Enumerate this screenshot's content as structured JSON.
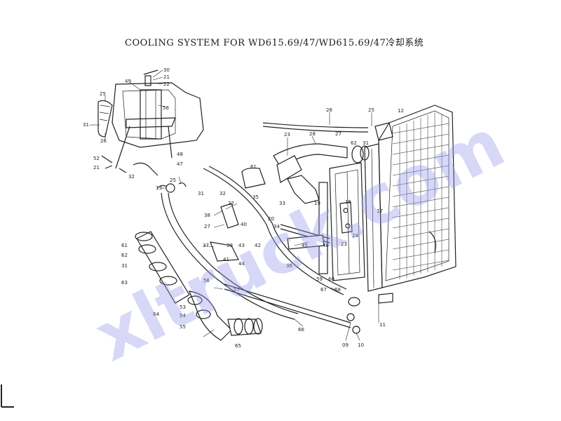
{
  "title": "COOLING SYSTEM FOR WD615.69/47/WD615.69/47冷却系统",
  "watermark": "xltruck.com",
  "labels": [
    {
      "id": "c30",
      "text": "30"
    },
    {
      "id": "c21a",
      "text": "21"
    },
    {
      "id": "c22",
      "text": "22"
    },
    {
      "id": "c49",
      "text": "49"
    },
    {
      "id": "c58",
      "text": "58"
    },
    {
      "id": "c25a",
      "text": "25"
    },
    {
      "id": "c31a",
      "text": "31"
    },
    {
      "id": "c26a",
      "text": "26"
    },
    {
      "id": "c52",
      "text": "52"
    },
    {
      "id": "c21b",
      "text": "21"
    },
    {
      "id": "c32",
      "text": "32"
    },
    {
      "id": "c48",
      "text": "48"
    },
    {
      "id": "c47",
      "text": "47"
    },
    {
      "id": "c26b",
      "text": "26"
    },
    {
      "id": "c25b",
      "text": "25"
    },
    {
      "id": "c12",
      "text": "12"
    },
    {
      "id": "c23",
      "text": "23"
    },
    {
      "id": "c28",
      "text": "28"
    },
    {
      "id": "c27a",
      "text": "27"
    },
    {
      "id": "c62a",
      "text": "62"
    },
    {
      "id": "c31b",
      "text": "31"
    },
    {
      "id": "c61a",
      "text": "61"
    },
    {
      "id": "c25c",
      "text": "25"
    },
    {
      "id": "c13",
      "text": "13"
    },
    {
      "id": "c31c",
      "text": "31"
    },
    {
      "id": "c32b",
      "text": "32"
    },
    {
      "id": "c27b",
      "text": "27"
    },
    {
      "id": "c38",
      "text": "38"
    },
    {
      "id": "c27c",
      "text": "27"
    },
    {
      "id": "c40",
      "text": "40"
    },
    {
      "id": "c37",
      "text": "37"
    },
    {
      "id": "c39",
      "text": "39"
    },
    {
      "id": "c43",
      "text": "43"
    },
    {
      "id": "c36",
      "text": "36"
    },
    {
      "id": "c35",
      "text": "35"
    },
    {
      "id": "c20",
      "text": "20"
    },
    {
      "id": "c19",
      "text": "19"
    },
    {
      "id": "c16",
      "text": "16"
    },
    {
      "id": "c17",
      "text": "17"
    },
    {
      "id": "c24",
      "text": "24"
    },
    {
      "id": "c23b",
      "text": "23"
    },
    {
      "id": "c59",
      "text": "59"
    },
    {
      "id": "c60",
      "text": "60"
    },
    {
      "id": "c61b",
      "text": "61"
    },
    {
      "id": "c62b",
      "text": "62"
    },
    {
      "id": "c31d",
      "text": "31"
    },
    {
      "id": "c63",
      "text": "63"
    },
    {
      "id": "c56",
      "text": "56"
    },
    {
      "id": "c57",
      "text": "57"
    },
    {
      "id": "c53",
      "text": "53"
    },
    {
      "id": "c54",
      "text": "54"
    },
    {
      "id": "c55",
      "text": "55"
    },
    {
      "id": "c64",
      "text": "64"
    },
    {
      "id": "c65",
      "text": "65"
    },
    {
      "id": "c66",
      "text": "66"
    },
    {
      "id": "c67",
      "text": "67"
    },
    {
      "id": "c68",
      "text": "68"
    },
    {
      "id": "c11",
      "text": "11"
    },
    {
      "id": "c09",
      "text": "09"
    },
    {
      "id": "c10",
      "text": "10"
    },
    {
      "id": "c33",
      "text": "33"
    },
    {
      "id": "c34",
      "text": "34"
    },
    {
      "id": "c41",
      "text": "41"
    },
    {
      "id": "c42",
      "text": "42"
    },
    {
      "id": "c44",
      "text": "44"
    },
    {
      "id": "c45",
      "text": "45"
    },
    {
      "id": "c46",
      "text": "46"
    }
  ]
}
